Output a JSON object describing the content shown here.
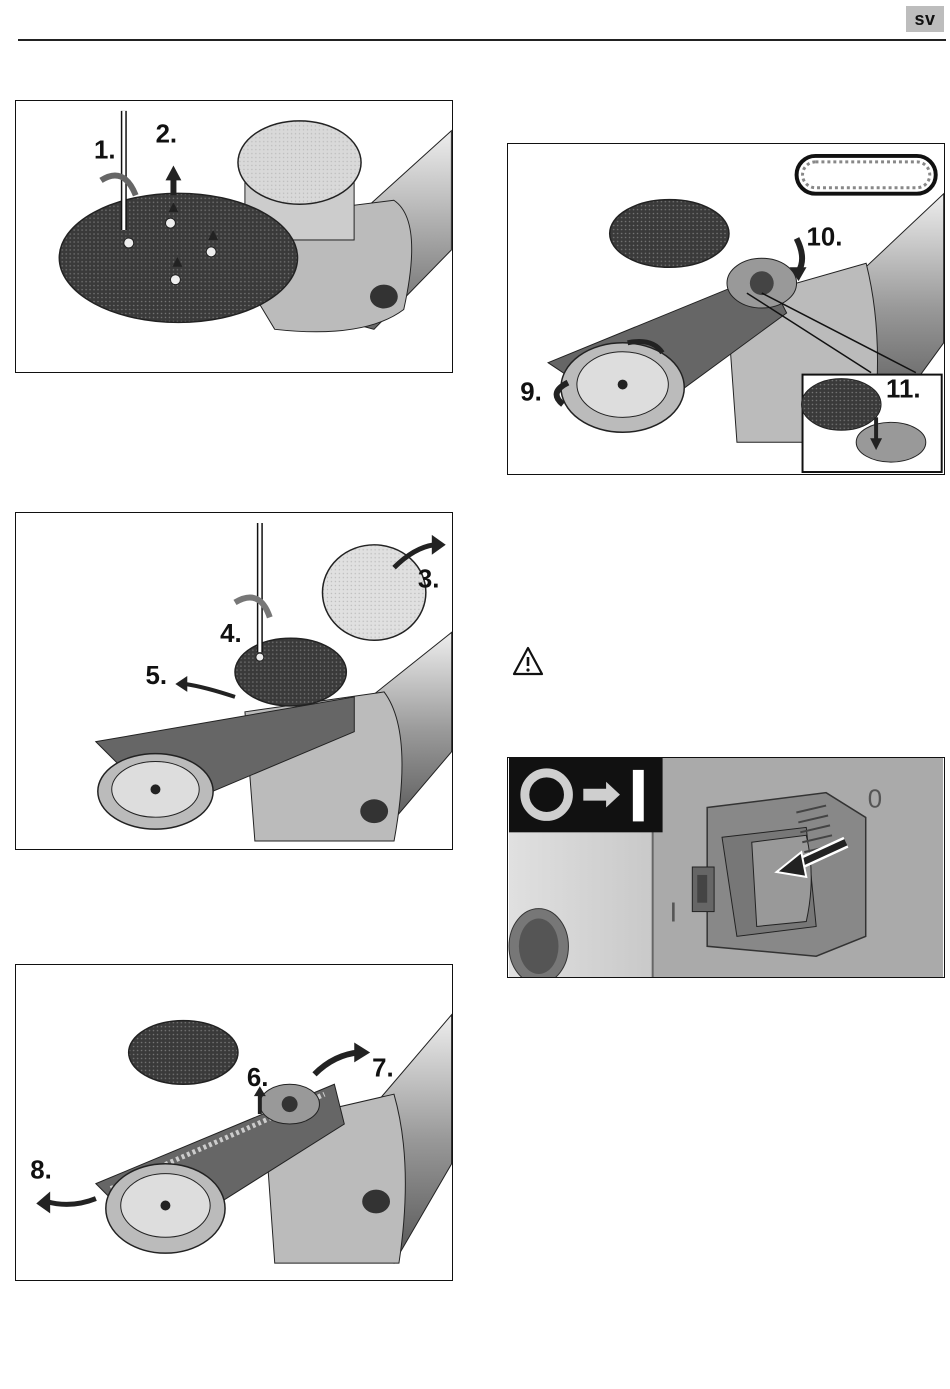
{
  "header": {
    "language_badge": "sv"
  },
  "figure1": {
    "steps": [
      "1.",
      "2."
    ]
  },
  "figure2": {
    "steps": [
      "3.",
      "4.",
      "5."
    ]
  },
  "figure3": {
    "steps": [
      "6.",
      "7.",
      "8."
    ]
  },
  "figure4": {
    "steps": [
      "9.",
      "10.",
      "11."
    ]
  },
  "figure5": {
    "switch_symbol_from": "O",
    "switch_symbol_to": "I",
    "side_mark": "I",
    "side_mark_off": "0"
  },
  "warning": {
    "icon": "warning-triangle-icon"
  },
  "colors": {
    "ink": "#111111",
    "badge": "#bdbdbd",
    "grey": "#9a9a9a"
  }
}
